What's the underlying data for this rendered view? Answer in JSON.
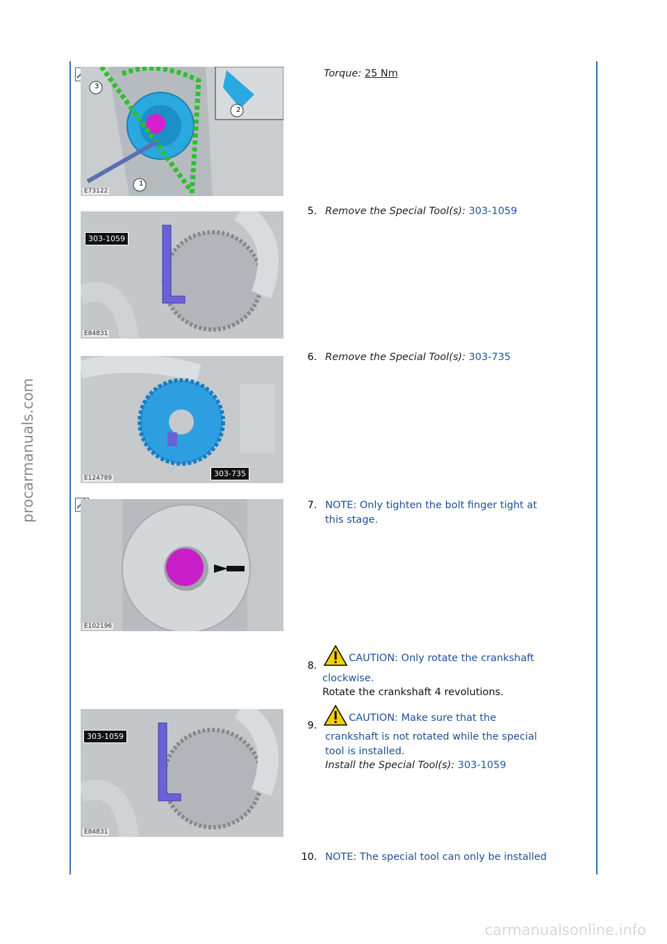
{
  "watermark": {
    "side": "procarmanuals.com",
    "footer": "carmanualsonline.info"
  },
  "figures": [
    {
      "code": "E73122",
      "callouts": [
        "3",
        "2",
        "1"
      ]
    },
    {
      "code": "E84831",
      "tool_tag": "303-1059"
    },
    {
      "code": "E124789",
      "tool_tag": "303-735"
    },
    {
      "code": "E102196"
    },
    {
      "code": "E84831",
      "tool_tag": "303-1059"
    }
  ],
  "torque": {
    "label": "Torque:",
    "value": "25 Nm"
  },
  "steps": [
    {
      "num": "5.",
      "label": "Remove the Special Tool(s):",
      "tool": "303-1059"
    },
    {
      "num": "6.",
      "label": "Remove the Special Tool(s):",
      "tool": "303-735"
    },
    {
      "num": "7.",
      "line1": "NOTE: Only tighten the bolt finger tight at",
      "line2": "this stage."
    },
    {
      "num": "8.",
      "caution_line1": "CAUTION: Only rotate the crankshaft",
      "caution_line2": "clockwise.",
      "instruction": "Rotate the crankshaft 4 revolutions."
    },
    {
      "num": "9.",
      "caution_line1": "CAUTION: Make sure that the",
      "caution_line2": "crankshaft is not rotated while the special",
      "caution_line3": "tool is installed.",
      "label": "Install the Special Tool(s):",
      "tool": "303-1059"
    },
    {
      "num": "10.",
      "line1": "NOTE: The special tool can only be installed"
    }
  ]
}
